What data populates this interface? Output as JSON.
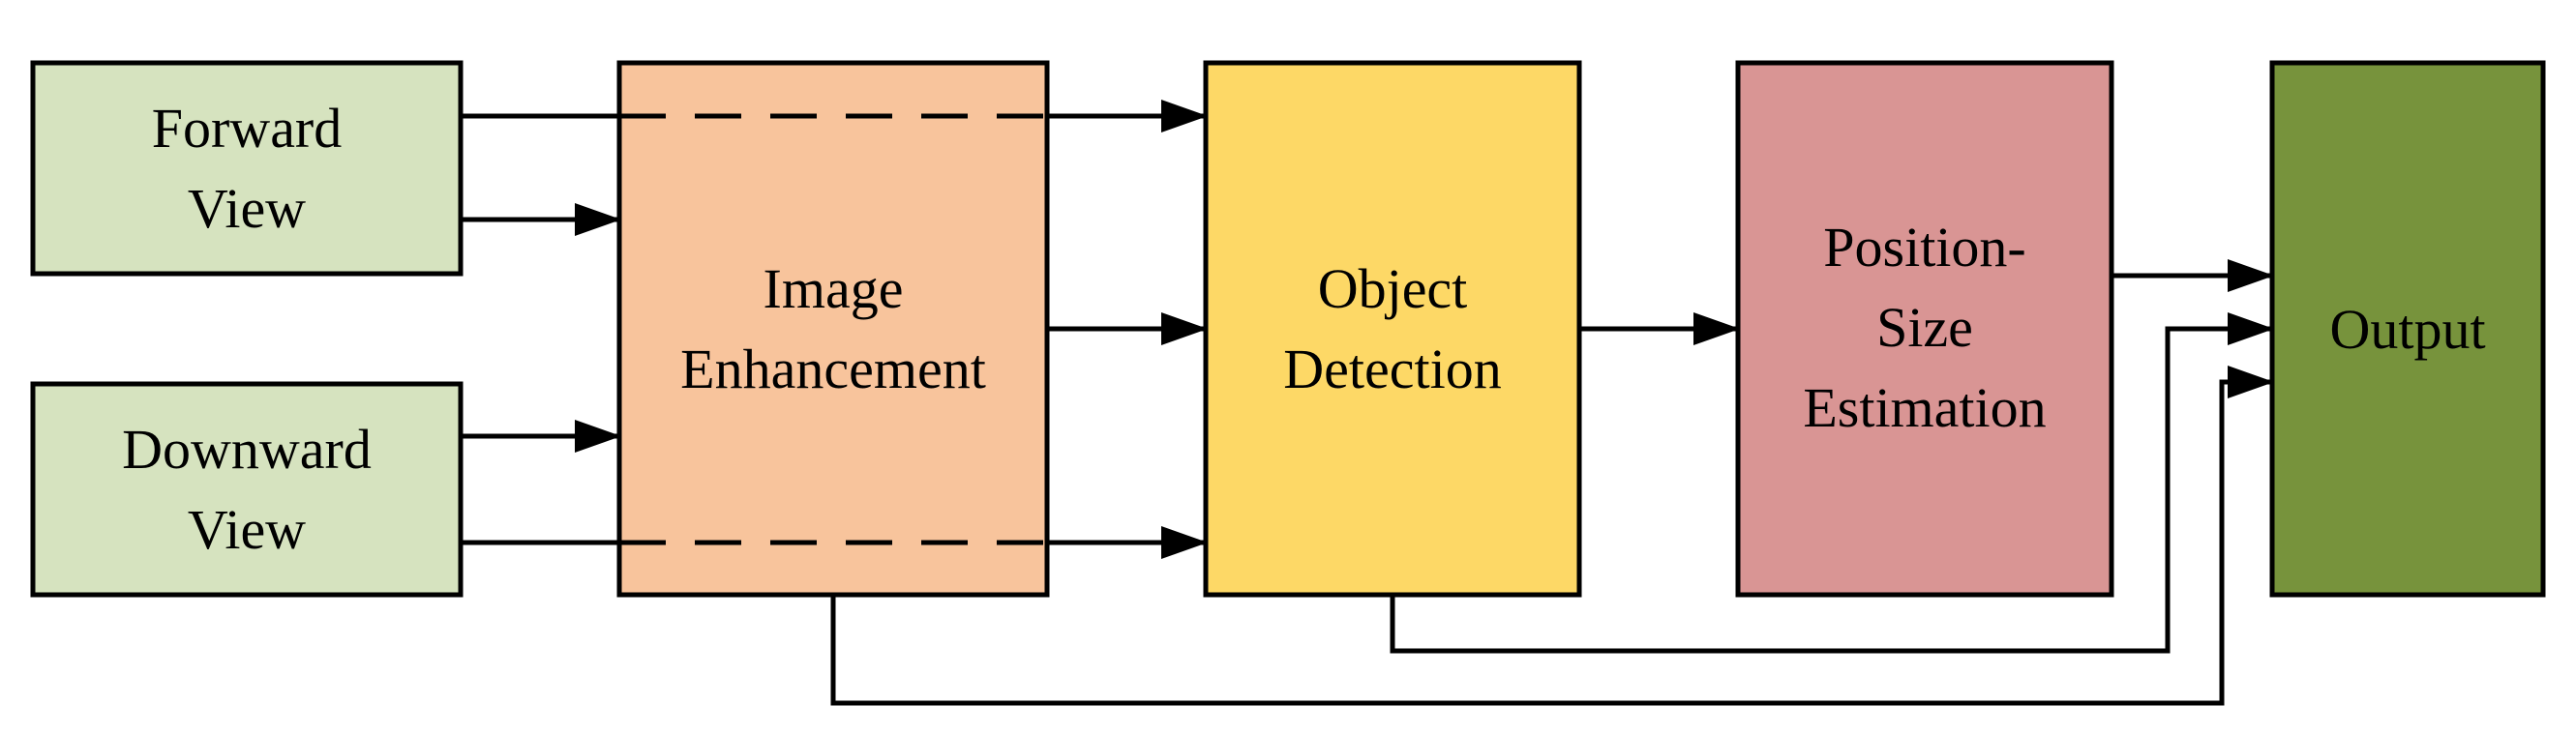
{
  "blocks": {
    "forward_view": {
      "lines": [
        "Forward",
        "View"
      ],
      "color": "#D6E3BF"
    },
    "downward_view": {
      "lines": [
        "Downward",
        "View"
      ],
      "color": "#D6E3BF"
    },
    "image_enhancement": {
      "lines": [
        "Image",
        "Enhancement"
      ],
      "color": "#F8C49C"
    },
    "object_detection": {
      "lines": [
        "Object",
        "Detection"
      ],
      "color": "#FDD866"
    },
    "position_size_estimation": {
      "lines": [
        "Position-",
        "Size",
        "Estimation"
      ],
      "color": "#D99594"
    },
    "output": {
      "lines": [
        "Output"
      ],
      "color": "#77933C"
    }
  },
  "connections": [
    {
      "from": "forward_view",
      "to": "image_enhancement",
      "style": "solid"
    },
    {
      "from": "forward_view",
      "to": "object_detection",
      "style": "dashed-through-image-enhancement"
    },
    {
      "from": "downward_view",
      "to": "image_enhancement",
      "style": "solid"
    },
    {
      "from": "downward_view",
      "to": "object_detection",
      "style": "dashed-through-image-enhancement"
    },
    {
      "from": "image_enhancement",
      "to": "object_detection",
      "style": "solid"
    },
    {
      "from": "image_enhancement",
      "to": "output",
      "style": "solid"
    },
    {
      "from": "object_detection",
      "to": "position_size_estimation",
      "style": "solid"
    },
    {
      "from": "object_detection",
      "to": "output",
      "style": "solid"
    },
    {
      "from": "position_size_estimation",
      "to": "output",
      "style": "solid"
    }
  ]
}
